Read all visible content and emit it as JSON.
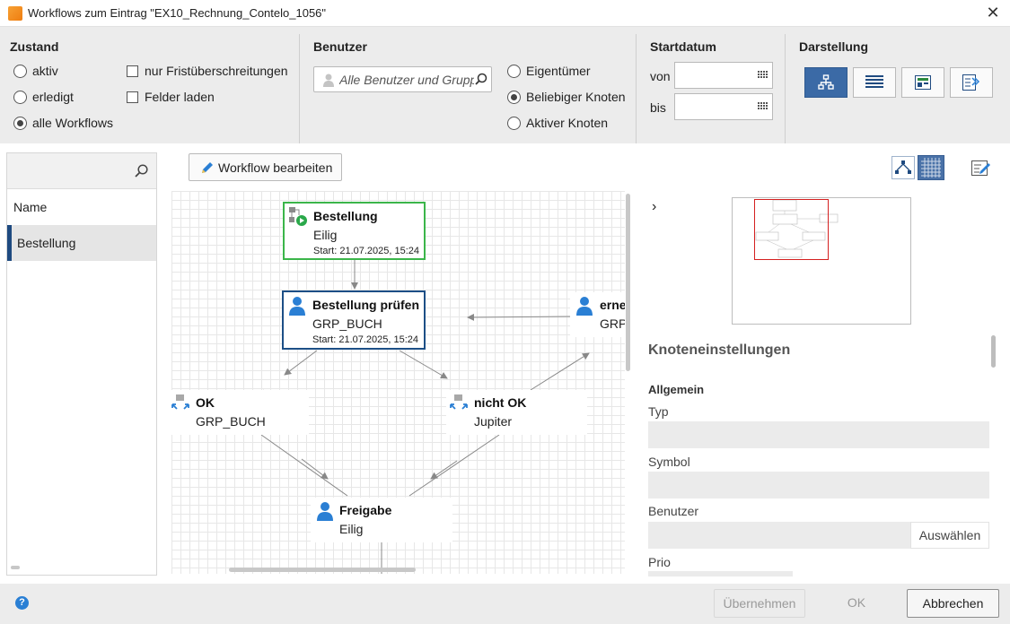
{
  "window": {
    "title": "Workflows zum Eintrag \"EX10_Rechnung_Contelo_1056\""
  },
  "zustand": {
    "title": "Zustand",
    "options": [
      "aktiv",
      "erledigt",
      "alle Workflows"
    ],
    "selected": "alle Workflows",
    "checks": [
      "nur Fristüberschreitungen",
      "Felder laden"
    ]
  },
  "benutzer": {
    "title": "Benutzer",
    "placeholder": "Alle Benutzer und Gruppen",
    "options": [
      "Eigentümer",
      "Beliebiger Knoten",
      "Aktiver Knoten"
    ],
    "selected": "Beliebiger Knoten"
  },
  "startdatum": {
    "title": "Startdatum",
    "from_label": "von",
    "to_label": "bis",
    "from_value": "",
    "to_value": ""
  },
  "darstellung": {
    "title": "Darstellung",
    "active": "diagram-view"
  },
  "left": {
    "search_value": "",
    "header": "Name",
    "rows": [
      "Bestellung"
    ]
  },
  "toolbar": {
    "edit_label": "Workflow bearbeiten"
  },
  "nodes": {
    "bestellung": {
      "title": "Bestellung",
      "sub": "Eilig",
      "date": "Start: 21.07.2025, 15:24"
    },
    "pruefen": {
      "title": "Bestellung prüfen",
      "sub": "GRP_BUCH",
      "date": "Start: 21.07.2025, 15:24"
    },
    "erneut": {
      "title": "erne",
      "sub": "GRP"
    },
    "ok": {
      "title": "OK",
      "sub": "GRP_BUCH"
    },
    "nicht_ok": {
      "title": "nicht OK",
      "sub": "Jupiter"
    },
    "freigabe": {
      "title": "Freigabe",
      "sub": "Eilig"
    }
  },
  "colors": {
    "active_border": "#3bb54a",
    "selected_border": "#1d4f86",
    "accent": "#3b6aa6"
  },
  "properties": {
    "title": "Knoteneinstellungen",
    "section": "Allgemein",
    "labels": {
      "typ": "Typ",
      "symbol": "Symbol",
      "benutzer": "Benutzer",
      "prio": "Prio"
    },
    "select_label": "Auswählen"
  },
  "footer": {
    "apply": "Übernehmen",
    "ok": "OK",
    "cancel": "Abbrechen"
  }
}
